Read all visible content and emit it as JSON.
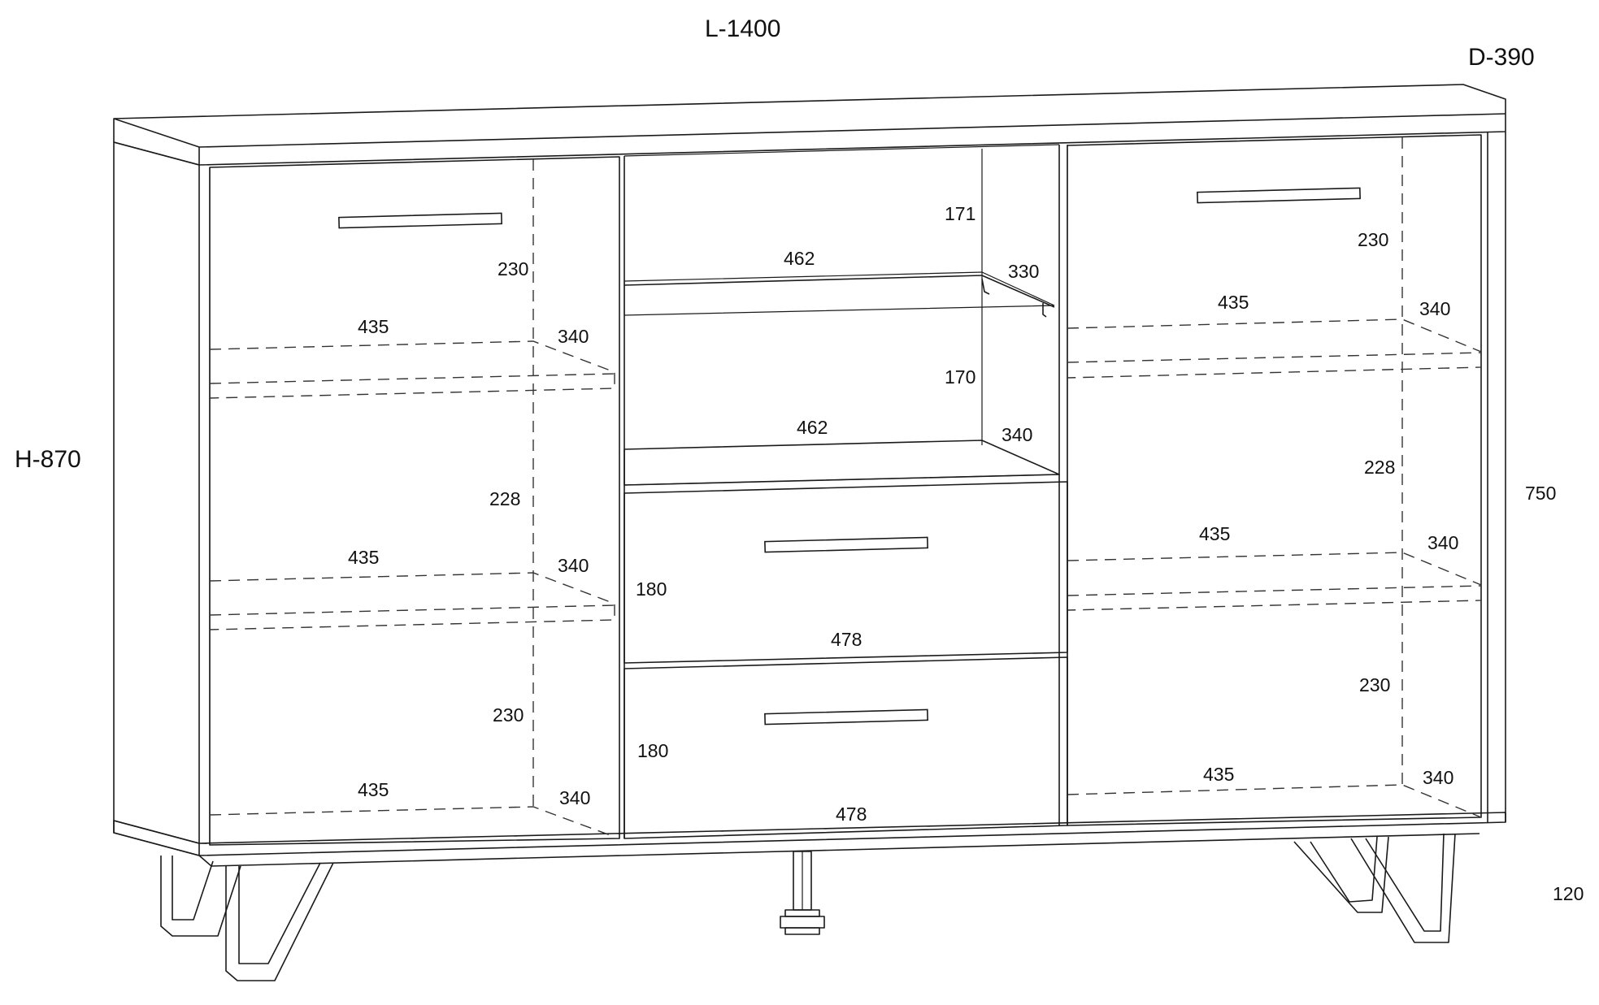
{
  "dimensions": {
    "length": "L-1400",
    "depth": "D-390",
    "height": "H-870",
    "body_height": "750",
    "leg_height": "120"
  },
  "left_compartment": {
    "top_height": "230",
    "middle_height": "228",
    "bottom_height": "230",
    "shelf1_width": "435",
    "shelf1_depth": "340",
    "shelf2_width": "435",
    "shelf2_depth": "340",
    "bottom_width": "435",
    "bottom_depth": "340"
  },
  "center_compartment": {
    "upper_height": "171",
    "lower_height": "170",
    "shelf_width": "462",
    "shelf_depth": "330",
    "base_width": "462",
    "base_depth": "340",
    "drawer1_height": "180",
    "drawer1_width": "478",
    "drawer2_height": "180",
    "drawer2_width": "478"
  },
  "right_compartment": {
    "top_height": "230",
    "middle_height": "228",
    "bottom_height": "230",
    "shelf1_width": "435",
    "shelf1_depth": "340",
    "shelf2_width": "435",
    "shelf2_depth": "340",
    "bottom_width": "435",
    "bottom_depth": "340"
  }
}
